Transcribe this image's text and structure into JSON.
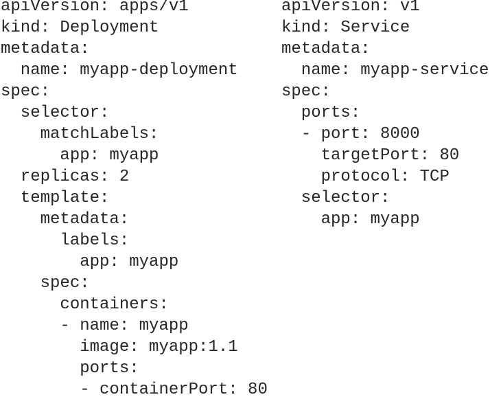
{
  "page": {
    "background_color": "#ffffff",
    "text_color": "#262626"
  },
  "code_columns": [
    {
      "id": "deployment-manifest",
      "language": "yaml",
      "lines": [
        "apiVersion: apps/v1",
        "kind: Deployment",
        "metadata:",
        "  name: myapp-deployment",
        "spec:",
        "  selector:",
        "    matchLabels:",
        "      app: myapp",
        "  replicas: 2",
        "  template:",
        "    metadata:",
        "      labels:",
        "        app: myapp",
        "    spec:",
        "      containers:",
        "      - name: myapp",
        "        image: myapp:1.1",
        "        ports:",
        "        - containerPort: 80"
      ]
    },
    {
      "id": "service-manifest",
      "language": "yaml",
      "lines": [
        "apiVersion: v1",
        "kind: Service",
        "metadata:",
        "  name: myapp-service",
        "spec:",
        "  ports:",
        "  - port: 8000",
        "    targetPort: 80",
        "    protocol: TCP",
        "  selector:",
        "    app: myapp"
      ]
    }
  ]
}
